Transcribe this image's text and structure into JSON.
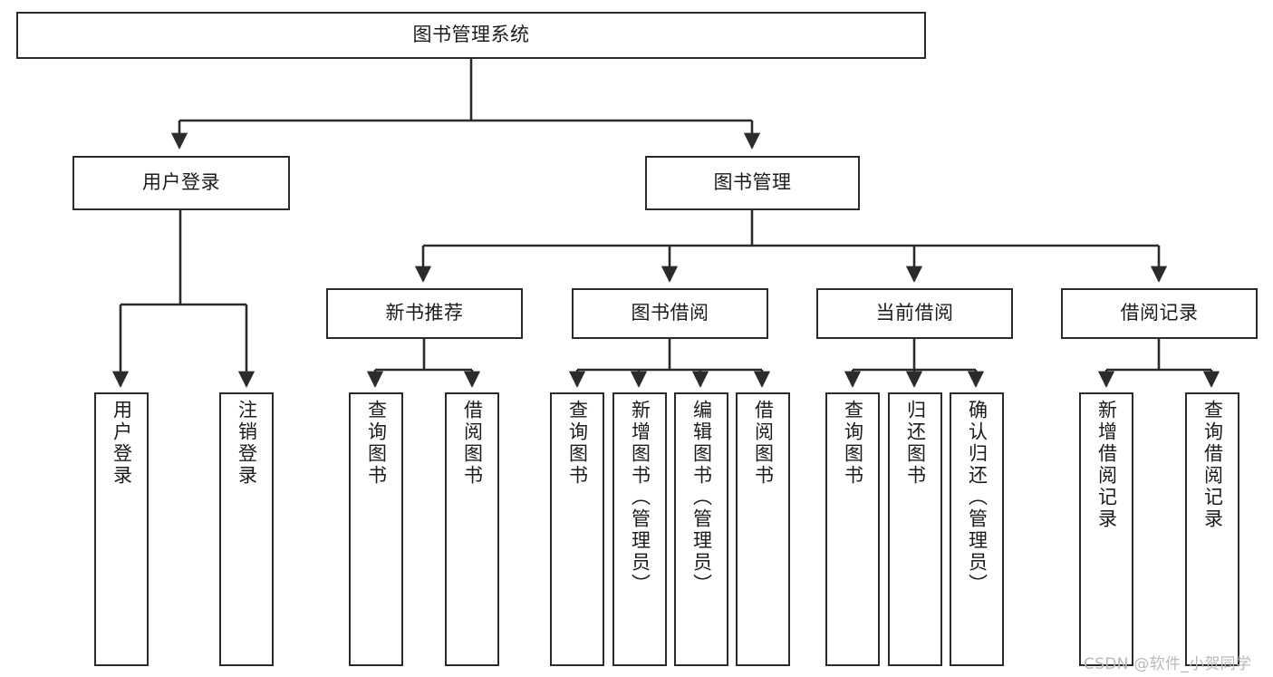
{
  "diagram": {
    "type": "tree-hierarchy-chart",
    "title": "图书管理系统",
    "stroke_color": "#2b2b2b",
    "background_color": "#ffffff",
    "text_color": "#1b1b1b"
  },
  "root": {
    "label": "图书管理系统"
  },
  "level2": [
    {
      "label": "用户登录"
    },
    {
      "label": "图书管理"
    }
  ],
  "level3": [
    {
      "label": "新书推荐"
    },
    {
      "label": "图书借阅"
    },
    {
      "label": "当前借阅"
    },
    {
      "label": "借阅记录"
    }
  ],
  "leaves": [
    {
      "label": "用户登录"
    },
    {
      "label": "注销登录"
    },
    {
      "label": "查询图书"
    },
    {
      "label": "借阅图书"
    },
    {
      "label": "查询图书"
    },
    {
      "label": "新增图书（管理员）"
    },
    {
      "label": "编辑图书（管理员）"
    },
    {
      "label": "借阅图书"
    },
    {
      "label": "查询图书"
    },
    {
      "label": "归还图书"
    },
    {
      "label": "确认归还（管理员）"
    },
    {
      "label": "新增借阅记录"
    },
    {
      "label": "查询借阅记录"
    }
  ],
  "watermark": {
    "text": "CSDN @软件_小贺同学"
  }
}
